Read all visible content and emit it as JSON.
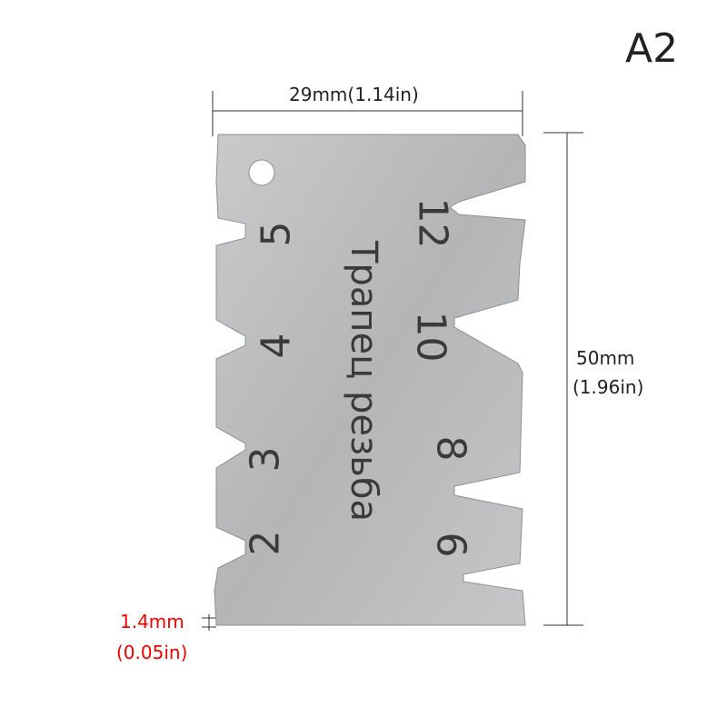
{
  "badge": "A2",
  "dimensions": {
    "width": "29mm(1.14in)",
    "height_mm": "50mm",
    "height_in": "(1.96in)",
    "thickness_mm": "1.4mm",
    "thickness_in": "(0.05in)"
  },
  "gauge": {
    "title": "Трапец резьба",
    "left_scale": [
      "5",
      "4",
      "3",
      "2"
    ],
    "right_scale": [
      "12",
      "10",
      "8",
      "6"
    ]
  },
  "colors": {
    "metal": "#b9bbbd",
    "annotation": "#222222",
    "thickness_annotation": "#ee0000"
  }
}
